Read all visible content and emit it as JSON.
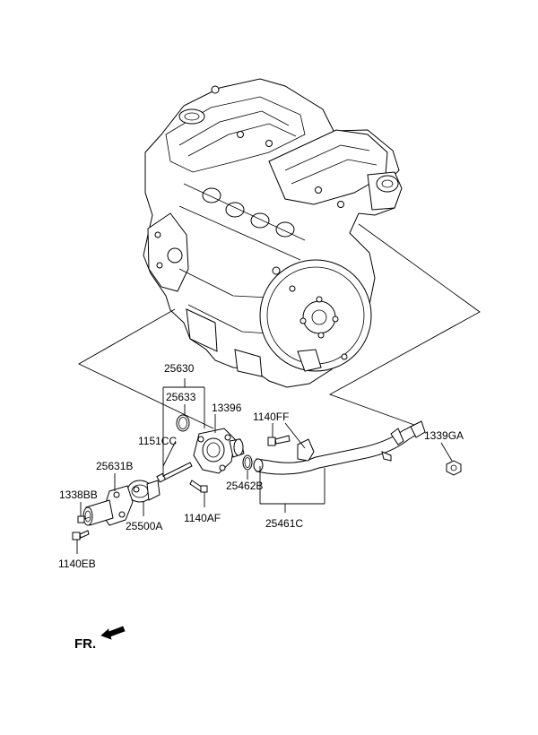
{
  "labels": {
    "p25630": "25630",
    "p25633": "25633",
    "p13396": "13396",
    "p1140FF": "1140FF",
    "p1339GA": "1339GA",
    "p1151CC": "1151CC",
    "p25631B": "25631B",
    "p1338BB": "1338BB",
    "p25462B": "25462B",
    "p25500A": "25500A",
    "p1140AF": "1140AF",
    "p25461C": "25461C",
    "p1140EB": "1140EB"
  },
  "direction_marker": "FR."
}
